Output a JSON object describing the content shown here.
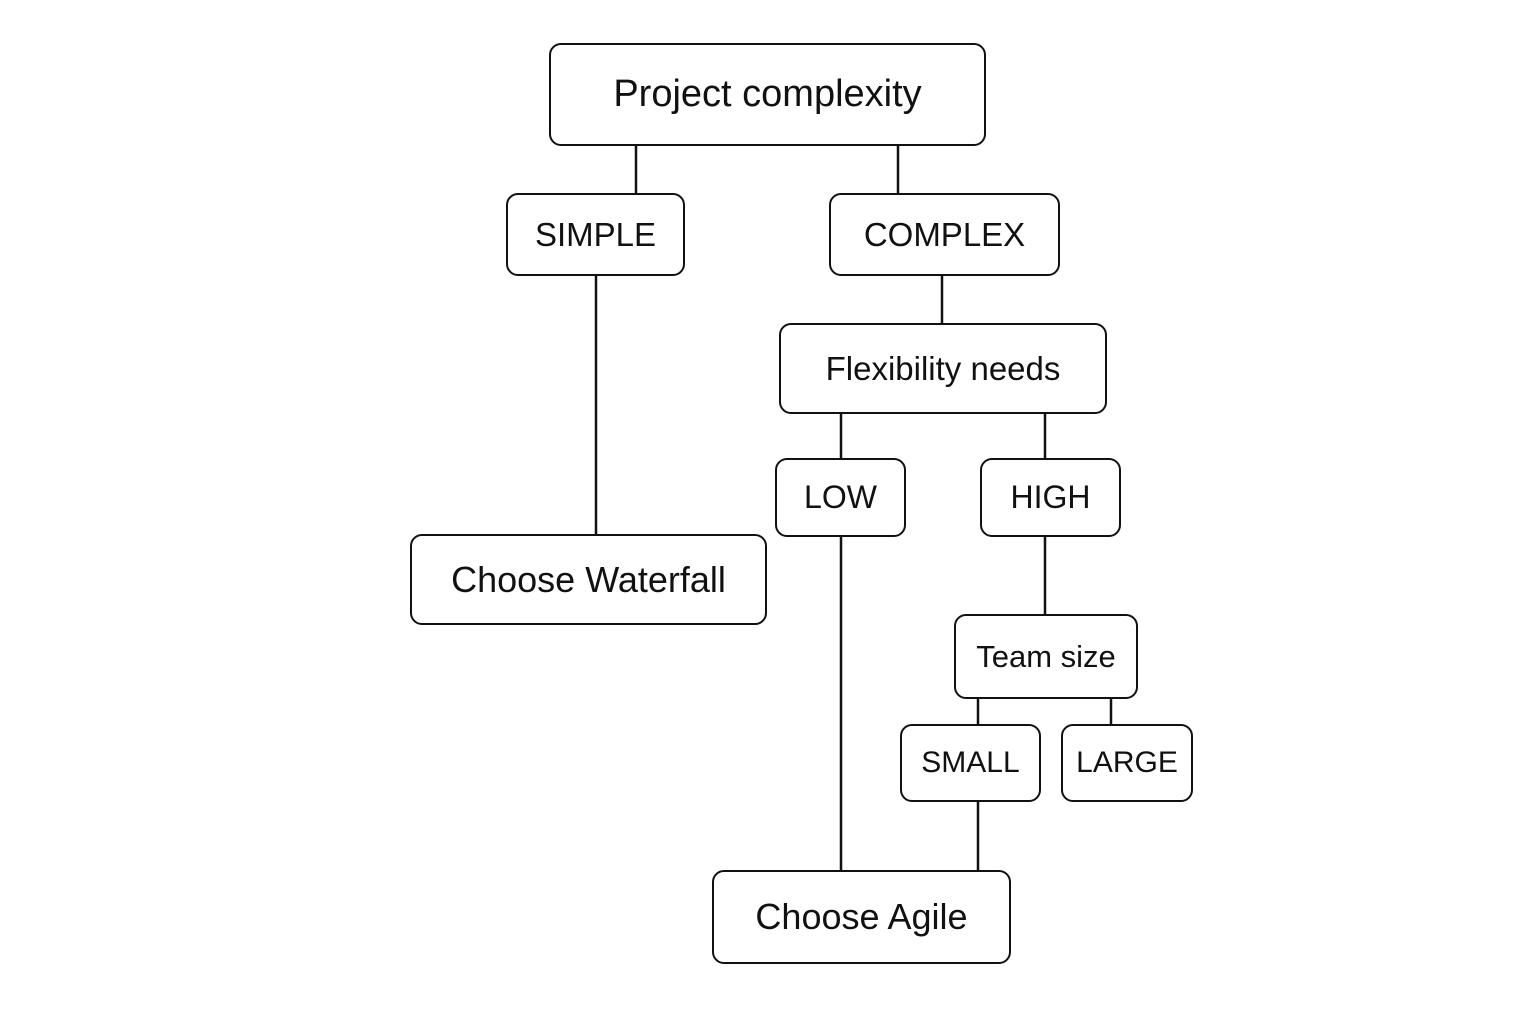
{
  "diagram": {
    "nodes": {
      "root": "Project complexity",
      "simple": "SIMPLE",
      "complex": "COMPLEX",
      "flexibility": "Flexibility needs",
      "low": "LOW",
      "high": "HIGH",
      "waterfall": "Choose Waterfall",
      "team": "Team size",
      "small": "SMALL",
      "large": "LARGE",
      "agile": "Choose Agile"
    },
    "stroke_color": "#111111"
  }
}
